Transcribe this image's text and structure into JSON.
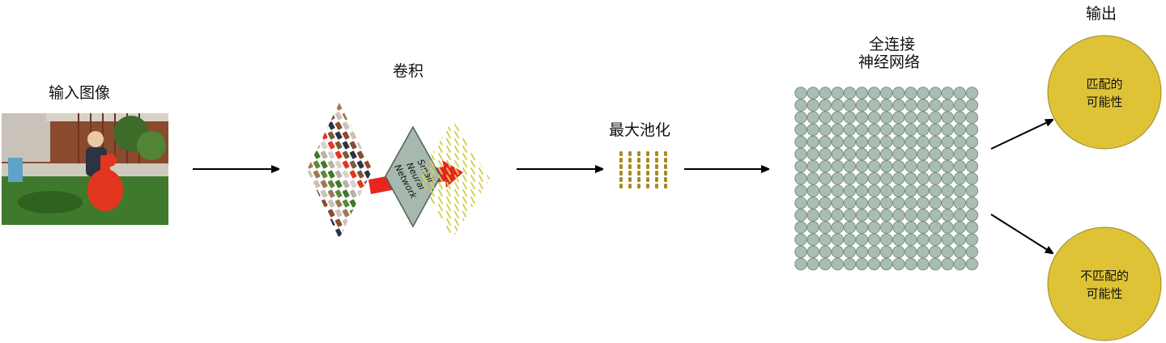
{
  "stages": {
    "input": "输入图像",
    "conv": "卷积",
    "pool": "最大池化",
    "fc_line1": "全连接",
    "fc_line2": "神经网络",
    "output": "输出"
  },
  "network_text": [
    "Small",
    "Neural",
    "Network"
  ],
  "outputs": {
    "match_line1": "匹配的",
    "match_line2": "可能性",
    "nomatch_line1": "不匹配的",
    "nomatch_line2": "可能性"
  },
  "colors": {
    "arrow": "#000000",
    "red_arrow": "#e8261f",
    "network_diamond": "#a7b8ae",
    "neuron": "#a9bdb3",
    "neuron_stroke": "#7b8f85",
    "output_circle": "#dfc337",
    "pool_bar": "#a88a1e",
    "feature_line": "#d8cf55"
  }
}
